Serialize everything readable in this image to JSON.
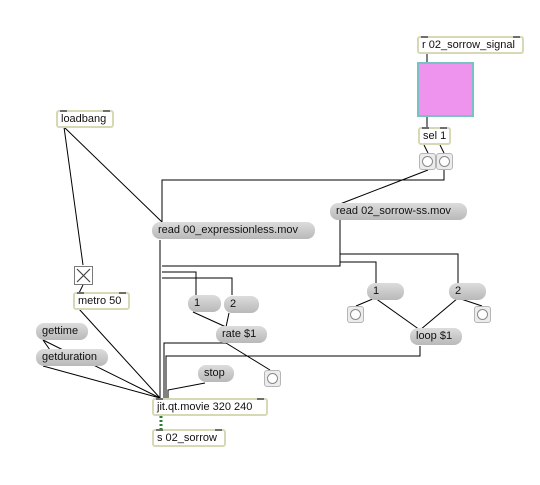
{
  "patch": {
    "objects": {
      "receive_signal": "r 02_sorrow_signal",
      "loadbang": "loadbang",
      "select": "sel 1",
      "metro": "metro 50",
      "movie": "jit.qt.movie 320 240",
      "send": "s 02_sorrow"
    },
    "messages": {
      "read_expressionless": "read 00_expressionless.mov",
      "read_sorrow": "read 02_sorrow-ss.mov",
      "rate_1": "1",
      "rate_2": "2",
      "rate": "rate $1",
      "loop_1": "1",
      "loop_2": "2",
      "loop": "loop $1",
      "gettime": "gettime",
      "getduration": "getduration",
      "stop": "stop"
    },
    "colors": {
      "swatch": "#ee94ee",
      "cable": "#000000",
      "matrix_cable": "#2e7d32"
    }
  }
}
